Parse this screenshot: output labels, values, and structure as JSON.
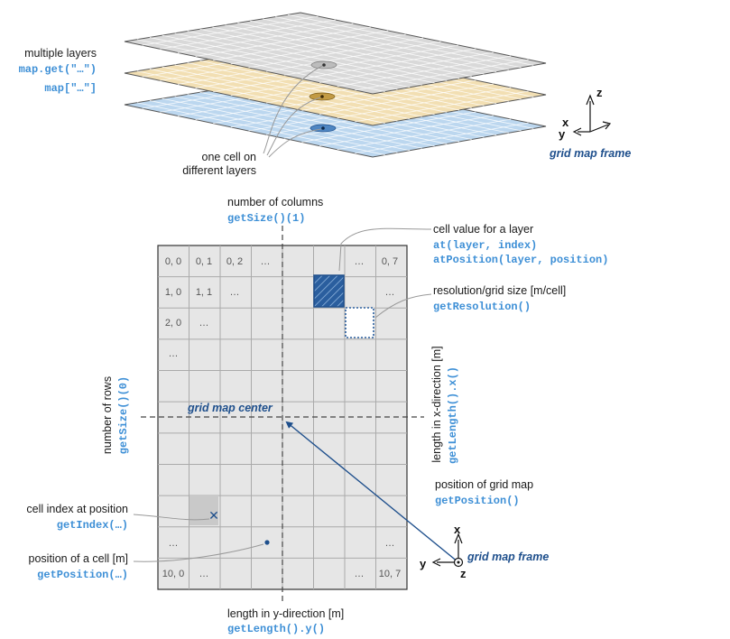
{
  "colors": {
    "accent_code": "#3d8fd6",
    "frame_text": "#1e4f8c",
    "grid_fill": "#e6e6e6",
    "grid_line": "#aaaaaa",
    "layer_top": "#d9d9d9",
    "layer_mid": "#f2dfb3",
    "layer_bottom": "#bcd7ef"
  },
  "top": {
    "layers_label": "multiple layers",
    "layers_code1": "map.get(\"…\")",
    "layers_code2": "map[\"…\"]",
    "cell_label_line1": "one cell on",
    "cell_label_line2": "different layers",
    "axis_z": "z",
    "axis_x": "x",
    "axis_y": "y",
    "frame_label": "grid map frame"
  },
  "grid": {
    "columns_label": "number of columns",
    "columns_code": "getSize()(1)",
    "rows_label": "number of rows",
    "rows_code": "getSize()(0)",
    "center_label": "grid map center",
    "xlength_label": "length in x-direction [m]",
    "xlength_code": "getLength().x()",
    "ylength_label": "length in y-direction [m]",
    "ylength_code": "getLength().y()",
    "cell_value_label": "cell value for a layer",
    "cell_value_code1": "at(layer, index)",
    "cell_value_code2": "atPosition(layer, position)",
    "resolution_label": "resolution/grid size [m/cell]",
    "resolution_code": "getResolution()",
    "position_label": "position of grid map",
    "position_code": "getPosition()",
    "cell_index_label": "cell index at position",
    "cell_index_code": "getIndex(…)",
    "cell_position_label": "position of a cell [m]",
    "cell_position_code": "getPosition(…)",
    "axis_x": "x",
    "axis_y": "y",
    "axis_z": "z",
    "frame_label": "grid map frame",
    "cells": {
      "c00": "0, 0",
      "c01": "0, 1",
      "c02": "0, 2",
      "c03": "…",
      "c06": "…",
      "c07": "0, 7",
      "c10": "1, 0",
      "c11": "1, 1",
      "c12": "…",
      "c17": "…",
      "c20": "2, 0",
      "c21": "…",
      "c30": "…",
      "c90": "…",
      "c97": "…",
      "c100": "10, 0",
      "c101": "…",
      "c106": "…",
      "c107": "10, 7"
    }
  }
}
